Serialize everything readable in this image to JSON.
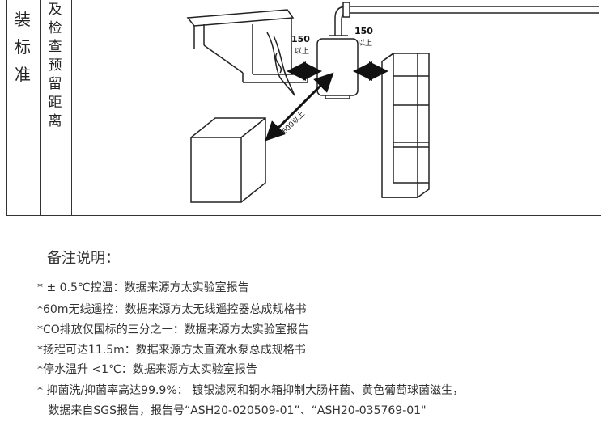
{
  "table": {
    "category_chars": [
      "装",
      "标",
      "准"
    ],
    "item_chars": [
      "及",
      "检",
      "查",
      "预",
      "留",
      "距",
      "离"
    ]
  },
  "diagram": {
    "label_left": {
      "value": "150",
      "unit": "以上"
    },
    "label_right": {
      "value": "150",
      "unit": "以上"
    },
    "label_front": "600以上"
  },
  "notes": {
    "title": "备注说明：",
    "lines": [
      "* ± 0.5℃控温：数据来源方太实验室报告",
      "*60m无线遥控：数据来源方太无线遥控器总成规格书",
      "*CO排放仅国标的三分之一：数据来源方太实验室报告",
      "*扬程可达11.5m：数据来源方太直流水泵总成规格书",
      "*停水温升 <1℃：数据来源方太实验室报告",
      "* 抑菌洗/抑菌率高达99.9%： 镀银滤网和铜水箱抑制大肠杆菌、黄色葡萄球菌滋生，",
      "   数据来自SGS报告，报告号“ASH20-020509-01”、“ASH20-035769-01\""
    ]
  },
  "colors": {
    "line": "#333333",
    "text": "#333333",
    "background": "#ffffff"
  }
}
